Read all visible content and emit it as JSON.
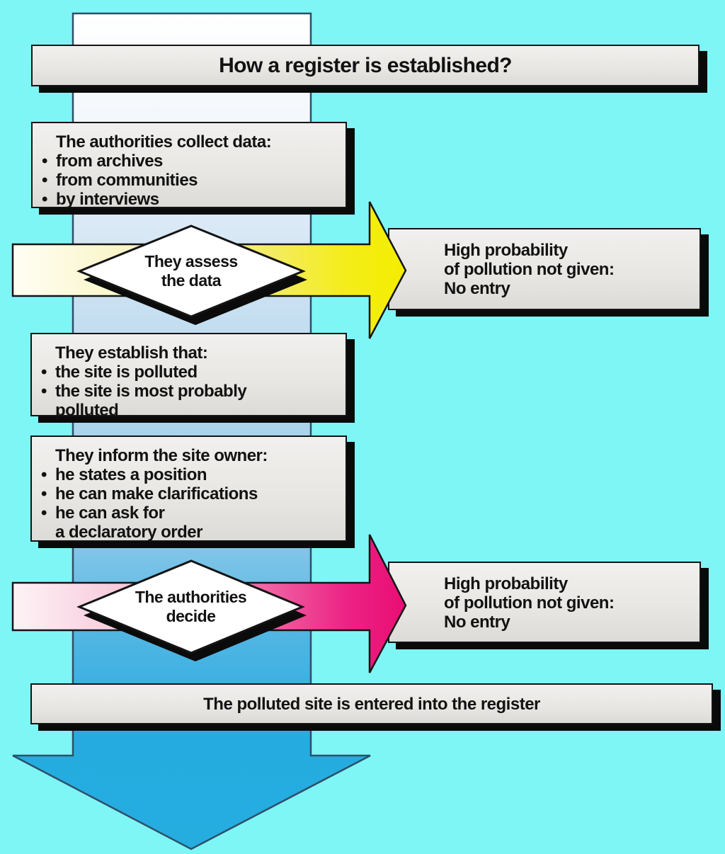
{
  "title": "How a register is established?",
  "collect_box": {
    "heading": "The authorities collect data:",
    "items": [
      "from archives",
      "from communities",
      "by interviews"
    ]
  },
  "assess_diamond": {
    "line1": "They assess",
    "line2": "the data"
  },
  "no_entry_top": {
    "line1": "High probability",
    "line2": "of pollution not given:",
    "line3": "No entry"
  },
  "establish_box": {
    "heading": "They establish that:",
    "items": [
      "the site is polluted",
      "the site is most probably"
    ],
    "continuation": "polluted"
  },
  "inform_box": {
    "heading": "They inform the site owner:",
    "items": [
      "he states a position",
      "he can make clarifications",
      "he can ask for"
    ],
    "continuation": "a declaratory order"
  },
  "decide_diamond": {
    "line1": "The authorities",
    "line2": "decide"
  },
  "no_entry_bottom": {
    "line1": "High probability",
    "line2": "of pollution not given:",
    "line3": "No entry"
  },
  "register_bar": "The polluted site is entered into the register",
  "colors": {
    "background": "#7ef6f6",
    "box_fill": "#e8e7e4",
    "box_border": "#141414",
    "shadow": "#0a0a0a",
    "yellow_arrow": "#f4ed00",
    "pink_arrow": "#ea0d74",
    "flow_arrow_blue": "#25ade0",
    "text": "#121212"
  }
}
